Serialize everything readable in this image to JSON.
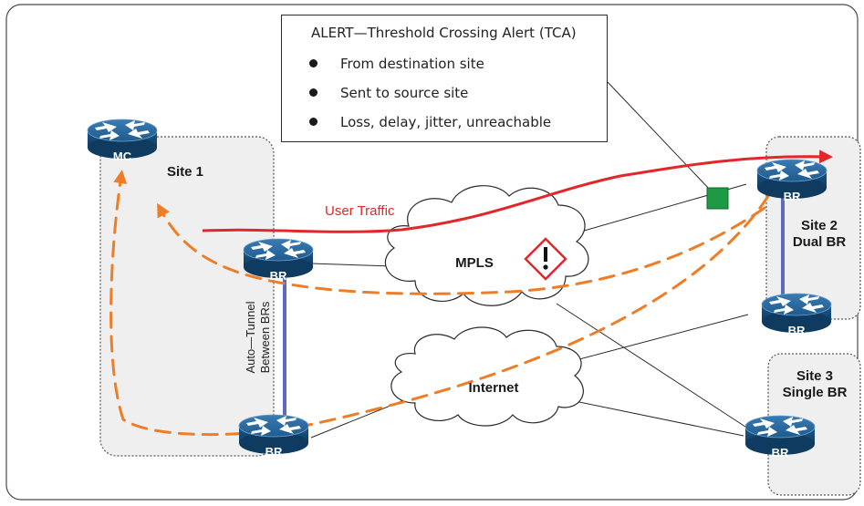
{
  "alert": {
    "title": "ALERT—Threshold Crossing Alert (TCA)",
    "bullets": [
      "From destination site",
      "Sent to source site",
      "Loss, delay, jitter, unreachable"
    ]
  },
  "sites": {
    "site1": "Site 1",
    "site2_line1": "Site 2",
    "site2_line2": "Dual BR",
    "site3_line1": "Site 3",
    "site3_line2": "Single BR"
  },
  "routers": {
    "mc": "MC",
    "br": "BR"
  },
  "clouds": {
    "mpls": "MPLS",
    "internet": "Internet"
  },
  "labels": {
    "user_traffic": "User Traffic",
    "tunnel_line1": "Auto—Tunnel",
    "tunnel_line2": "Between BRs"
  },
  "colors": {
    "router": "#1e5b8e",
    "user_traffic": "#e3262a",
    "alert_path": "#ee7d28",
    "tunnel": "#5d6bbf",
    "marker": "#1e9a45"
  }
}
